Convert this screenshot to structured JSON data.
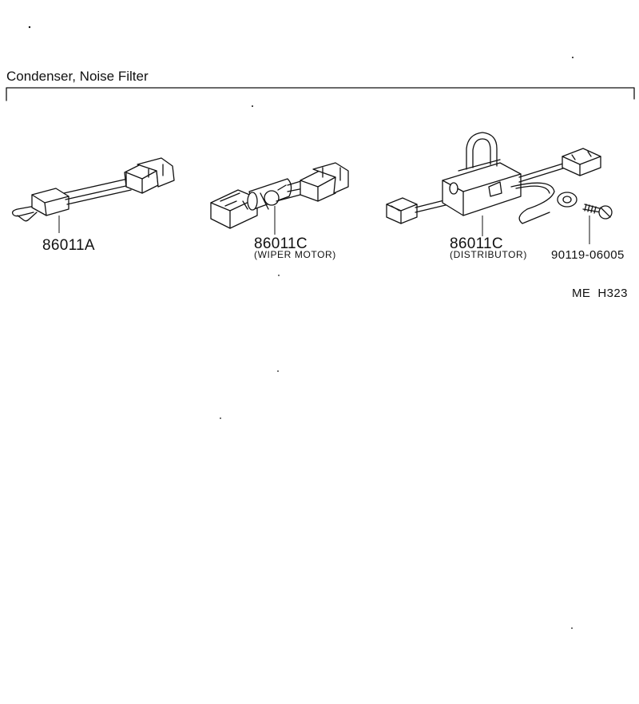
{
  "section": {
    "title": "Condenser, Noise Filter"
  },
  "parts": [
    {
      "number": "86011A",
      "note": ""
    },
    {
      "number": "86011C",
      "note": "(WIPER MOTOR)"
    },
    {
      "number": "86011C",
      "note": "(DISTRIBUTOR)"
    },
    {
      "number": "90119-06005",
      "note": ""
    }
  ],
  "figure_code": "ME  H323"
}
